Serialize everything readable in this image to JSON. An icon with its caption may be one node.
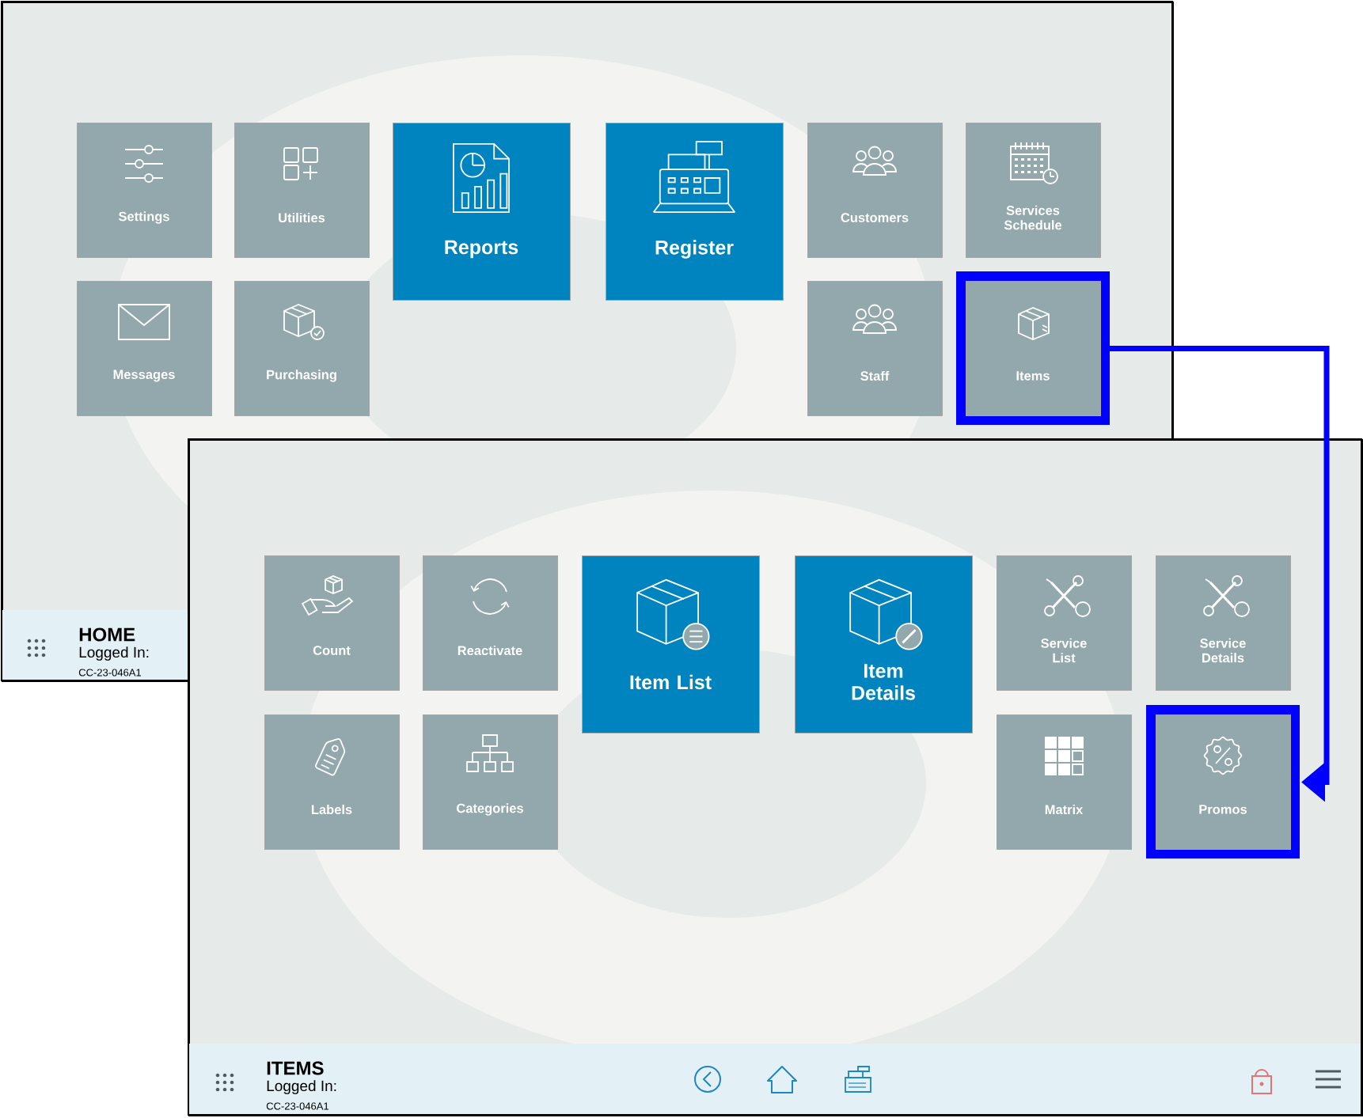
{
  "diagram": {
    "nodes": [
      {
        "text": [
          "HOME",
          "Logged In:",
          "CC-23-046A1"
        ]
      },
      {
        "text": [
          "Settings"
        ],
        "in": 0
      },
      {
        "text": [
          "Utilities"
        ],
        "in": 0
      },
      {
        "text": [
          "Reports"
        ],
        "in": 0
      },
      {
        "text": [
          "Register"
        ],
        "in": 0
      },
      {
        "text": [
          "Customers"
        ],
        "in": 0
      },
      {
        "text": [
          "Services Schedule"
        ],
        "in": 0
      },
      {
        "text": [
          "Messages"
        ],
        "in": 0
      },
      {
        "text": [
          "Purchasing"
        ],
        "in": 0
      },
      {
        "text": [
          "Staff"
        ],
        "in": 0
      },
      {
        "text": [
          "Items"
        ],
        "in": 0
      },
      {
        "text": [
          "ITEMS",
          "Logged In:",
          "CC-23-046A1"
        ]
      },
      {
        "text": [
          "Count"
        ],
        "in": 11
      },
      {
        "text": [
          "Reactivate"
        ],
        "in": 11
      },
      {
        "text": [
          "Item List"
        ],
        "in": 11
      },
      {
        "text": [
          "Item Details"
        ],
        "in": 11
      },
      {
        "text": [
          "Service List"
        ],
        "in": 11
      },
      {
        "text": [
          "Service Details"
        ],
        "in": 11
      },
      {
        "text": [
          "Labels"
        ],
        "in": 11
      },
      {
        "text": [
          "Categories"
        ],
        "in": 11
      },
      {
        "text": [
          "Matrix"
        ],
        "in": 11
      },
      {
        "text": [
          "Promos"
        ],
        "in": 11
      }
    ],
    "edges": [
      {
        "from": 10,
        "to": 21,
        "arrow": "to",
        "color": "#0000ff"
      }
    ]
  }
}
